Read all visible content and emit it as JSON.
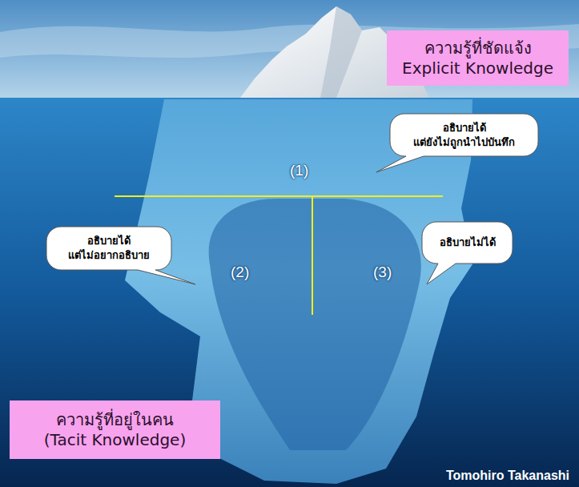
{
  "diagram": {
    "nodes": [
      {
        "text": [
          "ความรู้ที่ชัดแจ้ง",
          "Explicit Knowledge"
        ]
      },
      {
        "text": [
          "อธิบายได้ แต่ยังไม่ถูกนำไปบันทึก"
        ]
      },
      {
        "text": [
          "อธิบายได้ แต่ไม่อยากอธิบาย"
        ]
      },
      {
        "text": [
          "อธิบายไม่ได้"
        ]
      },
      {
        "text": [
          "ความรู้ที่อยู่ในคน",
          "(Tacit Knowledge)"
        ]
      }
    ],
    "labels": [
      "(1)",
      "(2)",
      "(3)",
      "Tomohiro Takanashi"
    ]
  }
}
